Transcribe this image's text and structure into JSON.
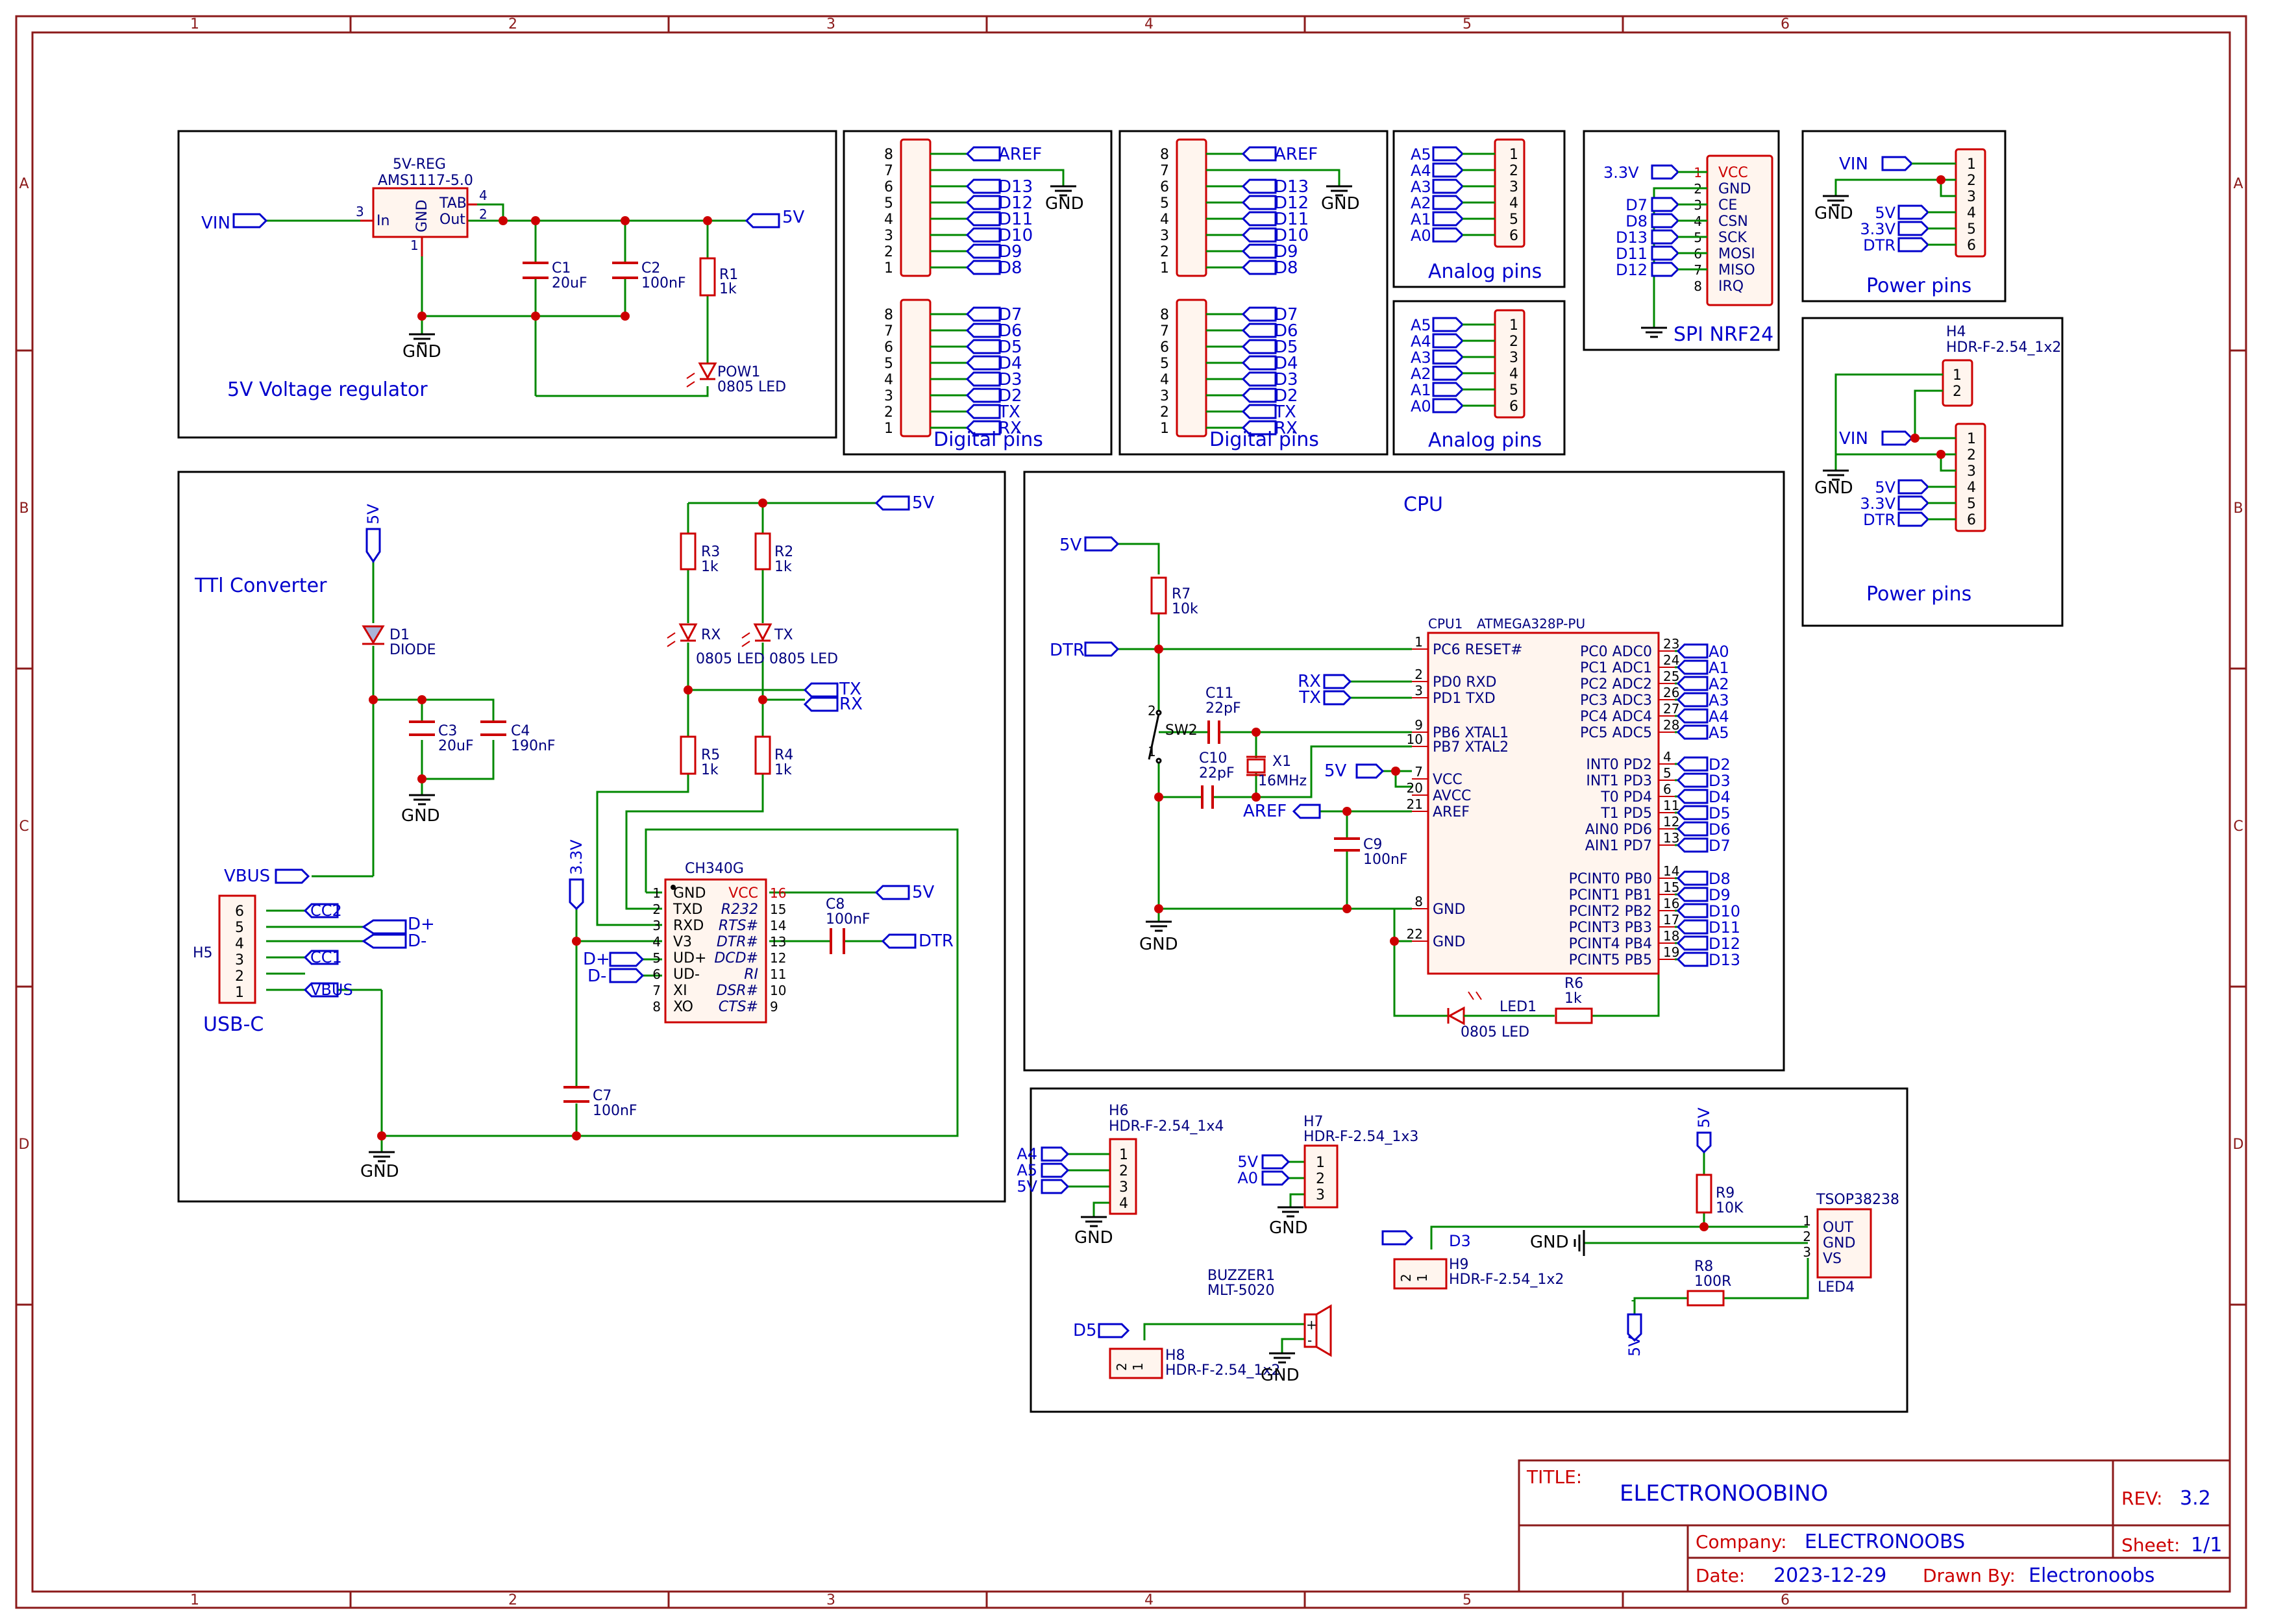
{
  "colors": {
    "frame": "#8b1a1a",
    "wire": "#008800",
    "label": "#0000cc",
    "pin": "#cc0000",
    "junction": "#cc0000",
    "ref": "#000080",
    "gnd": "#000000",
    "background": "#ffffff"
  },
  "frame": {
    "columns": [
      "1",
      "2",
      "3",
      "4",
      "5",
      "6"
    ],
    "rows": [
      "A",
      "B",
      "C",
      "D"
    ]
  },
  "title_block": {
    "title_key": "TITLE:",
    "title": "ELECTRONOOBINO",
    "rev_key": "REV:",
    "rev": "3.2",
    "company_key": "Company:",
    "company": "ELECTRONOOBS",
    "sheet_key": "Sheet:",
    "sheet": "1/1",
    "date_key": "Date:",
    "date": "2023-12-29",
    "drawn_key": "Drawn By:",
    "drawn": "Electronoobs"
  },
  "common": {
    "gnd": "GND",
    "v5": "5V",
    "v33": "3.3V",
    "vin": "VIN",
    "dtr": "DTR",
    "aref": "AREF"
  },
  "regulator": {
    "section": "5V Voltage regulator",
    "ref": "5V-REG",
    "part": "AMS1117-5.0",
    "pin_in": "In",
    "pin_gnd": "GND",
    "pin_tab": "TAB",
    "pin_out": "Out",
    "pin_n3": "3",
    "pin_n1": "1",
    "pin_n4": "4",
    "pin_n2": "2",
    "c1": "C1",
    "c1_val": "20uF",
    "c2": "C2",
    "c2_val": "100nF",
    "r1": "R1",
    "r1_val": "1k",
    "led": "POW1",
    "led_val": "0805 LED"
  },
  "digital": {
    "section": "Digital pins",
    "top_labels": [
      "AREF",
      "GND",
      "D13",
      "D12",
      "D11",
      "D10",
      "D9",
      "D8"
    ],
    "bottom_labels": [
      "D7",
      "D6",
      "D5",
      "D4",
      "D3",
      "D2",
      "TX",
      "RX"
    ],
    "nums": [
      "8",
      "7",
      "6",
      "5",
      "4",
      "3",
      "2",
      "1"
    ]
  },
  "analog": {
    "section": "Analog pins",
    "labels": [
      "A5",
      "A4",
      "A3",
      "A2",
      "A1",
      "A0"
    ],
    "nums": [
      "1",
      "2",
      "3",
      "4",
      "5",
      "6"
    ]
  },
  "spi": {
    "section": "SPI NRF24",
    "pins": [
      "VCC",
      "GND",
      "CE",
      "CSN",
      "SCK",
      "MOSI",
      "MISO",
      "IRQ"
    ],
    "nums": [
      "1",
      "2",
      "3",
      "4",
      "5",
      "6",
      "7",
      "8"
    ],
    "labels": [
      "3.3V",
      "D7",
      "D8",
      "D13",
      "D11",
      "D12"
    ]
  },
  "power": {
    "section": "Power pins",
    "labels": [
      "VIN",
      "5V",
      "3.3V",
      "DTR"
    ],
    "nums": [
      "1",
      "2",
      "3",
      "4",
      "5",
      "6"
    ],
    "h4": "H4",
    "h4_part": "HDR-F-2.54_1x2",
    "h4_nums": [
      "1",
      "2"
    ]
  },
  "ttl": {
    "section": "TTl Converter",
    "usb_section": "USB-C",
    "d1": "D1",
    "d1_val": "DIODE",
    "c3": "C3",
    "c3_val": "20uF",
    "c4": "C4",
    "c4_val": "190nF",
    "r3": "R3",
    "r2": "R2",
    "r5": "R5",
    "r4": "R4",
    "r_val": "1k",
    "led_rx": "RX",
    "led_tx": "TX",
    "led_val": "0805 LED",
    "tx": "TX",
    "rx": "RX",
    "vbus": "VBUS",
    "h5": "H5",
    "usb_nums": [
      "6",
      "5",
      "4",
      "3",
      "2",
      "1"
    ],
    "cc2": "CC2",
    "cc1": "CC1",
    "dp": "D+",
    "dm": "D-",
    "ch340": "CH340G",
    "ch_left_pins": [
      "GND",
      "TXD",
      "RXD",
      "V3",
      "UD+",
      "UD-",
      "XI",
      "XO"
    ],
    "ch_left_nums": [
      "1",
      "2",
      "3",
      "4",
      "5",
      "6",
      "7",
      "8"
    ],
    "ch_right_pins": [
      "VCC",
      "R232",
      "RTS#",
      "DTR#",
      "DCD#",
      "RI",
      "DSR#",
      "CTS#"
    ],
    "ch_right_nums": [
      "16",
      "15",
      "14",
      "13",
      "12",
      "11",
      "10",
      "9"
    ],
    "c8": "C8",
    "c8_val": "100nF",
    "c7": "C7",
    "c7_val": "100nF"
  },
  "cpu": {
    "section": "CPU",
    "ref": "CPU1",
    "part": "ATMEGA328P-PU",
    "r7": "R7",
    "r7_val": "10k",
    "sw": "SW2",
    "sw_n1": "1",
    "sw_n2": "2",
    "c11": "C11",
    "c11_val": "22pF",
    "c10": "C10",
    "c10_val": "22pF",
    "x1": "X1",
    "x1_val": "16MHz",
    "c9": "C9",
    "c9_val": "100nF",
    "r6": "R6",
    "r6_val": "1k",
    "led": "LED1",
    "led_val": "0805 LED",
    "rx": "RX",
    "tx": "TX",
    "left_pins": [
      "PC6 RESET#",
      "PD0 RXD",
      "PD1 TXD",
      "PB6 XTAL1",
      "PB7 XTAL2",
      "VCC",
      "AVCC",
      "AREF",
      "GND",
      "GND"
    ],
    "left_nums": [
      "1",
      "2",
      "3",
      "9",
      "10",
      "7",
      "20",
      "21",
      "8",
      "22"
    ],
    "right_pins": [
      "PC0 ADC0",
      "PC1 ADC1",
      "PC2 ADC2",
      "PC3 ADC3",
      "PC4 ADC4",
      "PC5 ADC5",
      "INT0 PD2",
      "INT1 PD3",
      "T0 PD4",
      "T1 PD5",
      "AIN0 PD6",
      "AIN1 PD7",
      "PCINT0 PB0",
      "PCINT1 PB1",
      "PCINT2 PB2",
      "PCINT3 PB3",
      "PCINT4 PB4",
      "PCINT5 PB5"
    ],
    "right_nums": [
      "23",
      "24",
      "25",
      "26",
      "27",
      "28",
      "4",
      "5",
      "6",
      "11",
      "12",
      "13",
      "14",
      "15",
      "16",
      "17",
      "18",
      "19"
    ],
    "right_labels": [
      "A0",
      "A1",
      "A2",
      "A3",
      "A4",
      "A5",
      "D2",
      "D3",
      "D4",
      "D5",
      "D6",
      "D7",
      "D8",
      "D9",
      "D10",
      "D11",
      "D12",
      "D13"
    ]
  },
  "misc": {
    "h6": "H6",
    "h6_part": "HDR-F-2.54_1x4",
    "h6_labels": [
      "A4",
      "A5",
      "5V"
    ],
    "h6_nums": [
      "1",
      "2",
      "3",
      "4"
    ],
    "h7": "H7",
    "h7_part": "HDR-F-2.54_1x3",
    "h7_labels": [
      "5V",
      "A0"
    ],
    "h7_nums": [
      "1",
      "2",
      "3"
    ],
    "buzzer": "BUZZER1",
    "buzzer_part": "MLT-5020",
    "buzzer_plus": "+",
    "buzzer_minus": "-",
    "d5": "D5",
    "h8": "H8",
    "h8_part": "HDR-F-2.54_1x2",
    "h_nums": [
      "2",
      "1"
    ],
    "r9": "R9",
    "r9_val": "10K",
    "tsop": "TSOP38238",
    "tsop_pins": [
      "OUT",
      "GND",
      "VS"
    ],
    "tsop_nums": [
      "1",
      "2",
      "3"
    ],
    "d3": "D3",
    "h9": "H9",
    "h9_part": "HDR-F-2.54_1x2",
    "r8": "R8",
    "r8_val": "100R",
    "led4": "LED4"
  }
}
